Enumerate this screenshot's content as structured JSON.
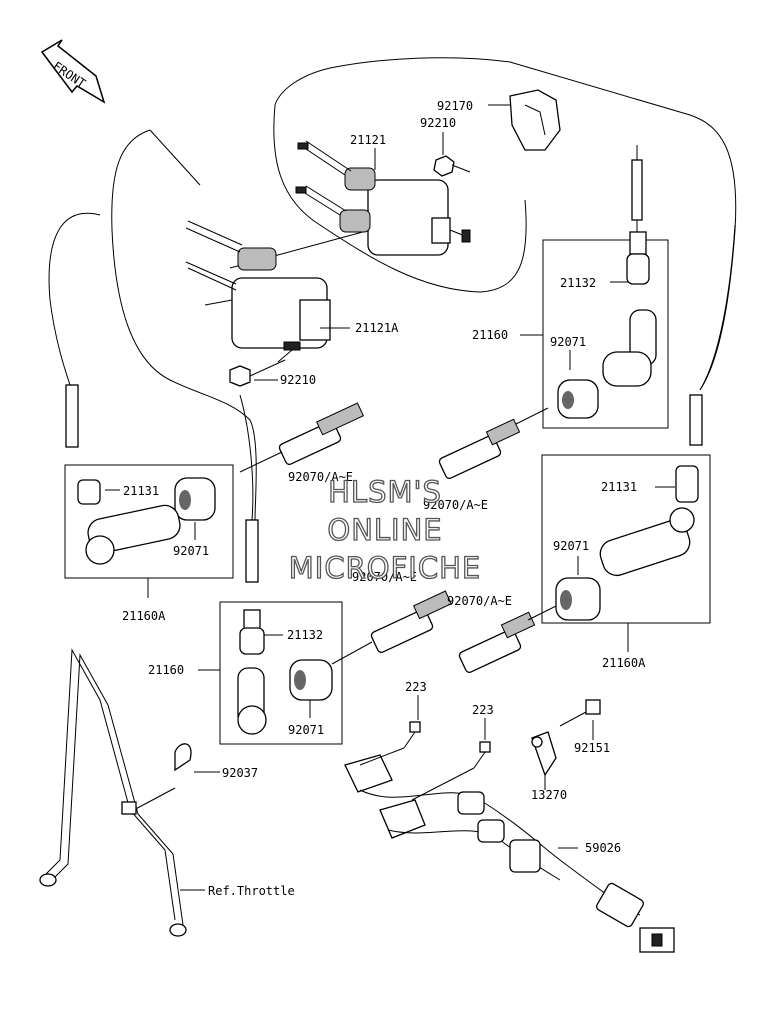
{
  "front_arrow": {
    "text": "FRONT"
  },
  "watermark": {
    "line1": "HLSM'S",
    "line2": "ONLINE",
    "line3": "MICROFICHE"
  },
  "labels": {
    "p92170": "92170",
    "p92210_top": "92210",
    "p21121": "21121",
    "p21121A": "21121A",
    "p92210_bottom": "92210",
    "p21132_right": "21132",
    "p21160_right": "21160",
    "p92071_right": "92071",
    "p92070_left": "92070/A~E",
    "p92070_mid": "92070/A~E",
    "p21131_left": "21131",
    "p92071_left": "92071",
    "p21160A_left": "21160A",
    "p21131_right": "21131",
    "p92071_right2": "92071",
    "p92070_center": "92070/A~E",
    "p92070_right": "92070/A~E",
    "p21132_bottom": "21132",
    "p21160_bottom": "21160",
    "p92071_bottom": "92071",
    "p21160A_right": "21160A",
    "p223_a": "223",
    "p223_b": "223",
    "p92151": "92151",
    "p13270": "13270",
    "p92037": "92037",
    "p59026": "59026",
    "ref_throttle": "Ref.Throttle"
  }
}
